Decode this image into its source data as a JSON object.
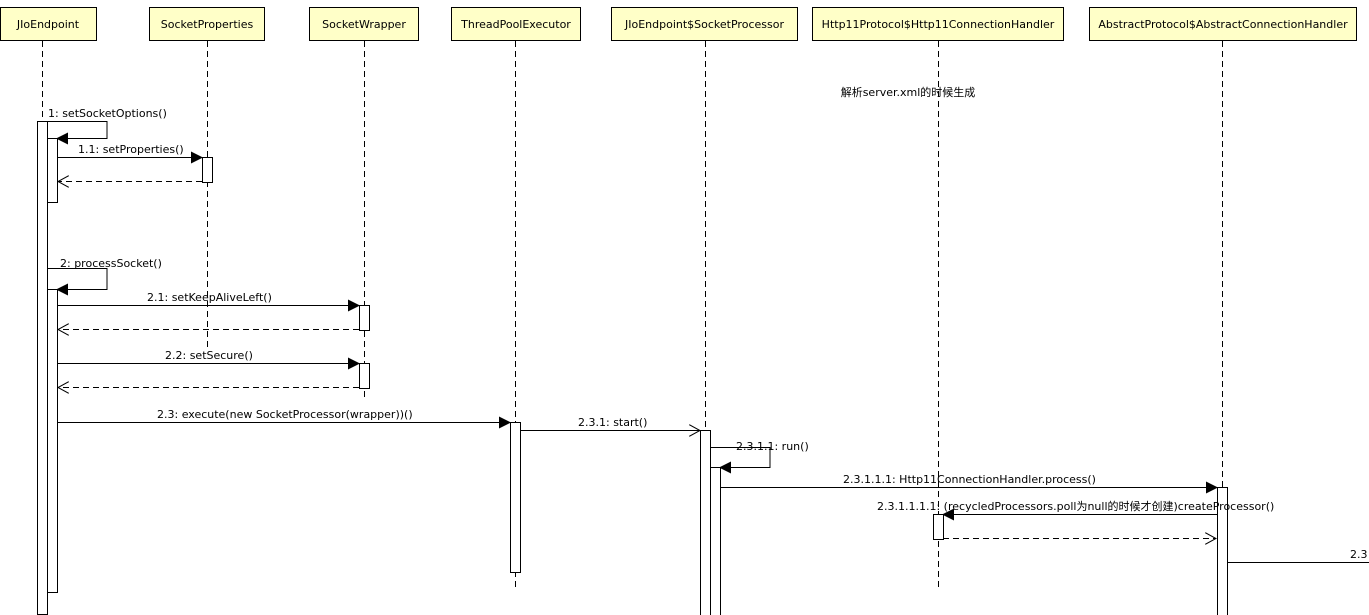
{
  "colors": {
    "participant_fill": "#ffffc8",
    "line": "#000000",
    "activation_fill": "#ffffff"
  },
  "participants": [
    {
      "id": "jio",
      "label": "JIoEndpoint"
    },
    {
      "id": "sprops",
      "label": "SocketProperties"
    },
    {
      "id": "swrap",
      "label": "SocketWrapper"
    },
    {
      "id": "tpe",
      "label": "ThreadPoolExecutor"
    },
    {
      "id": "sproc",
      "label": "JIoEndpoint$SocketProcessor"
    },
    {
      "id": "h11",
      "label": "Http11Protocol$Http11ConnectionHandler"
    },
    {
      "id": "abs",
      "label": "AbstractProtocol$AbstractConnectionHandler"
    }
  ],
  "note": "解析server.xml的时候生成",
  "messages": [
    {
      "label": "1: setSocketOptions()"
    },
    {
      "label": "1.1: setProperties()"
    },
    {
      "label": "2: processSocket()"
    },
    {
      "label": "2.1: setKeepAliveLeft()"
    },
    {
      "label": "2.2: setSecure()"
    },
    {
      "label": "2.3: execute(new SocketProcessor(wrapper))()"
    },
    {
      "label": "2.3.1: start()"
    },
    {
      "label": "2.3.1.1: run()"
    },
    {
      "label": "2.3.1.1.1: Http11ConnectionHandler.process()"
    },
    {
      "label": "2.3.1.1.1.1: (recycledProcessors.poll为null的时候才创建)createProcessor()"
    },
    {
      "label": "2.3"
    }
  ]
}
